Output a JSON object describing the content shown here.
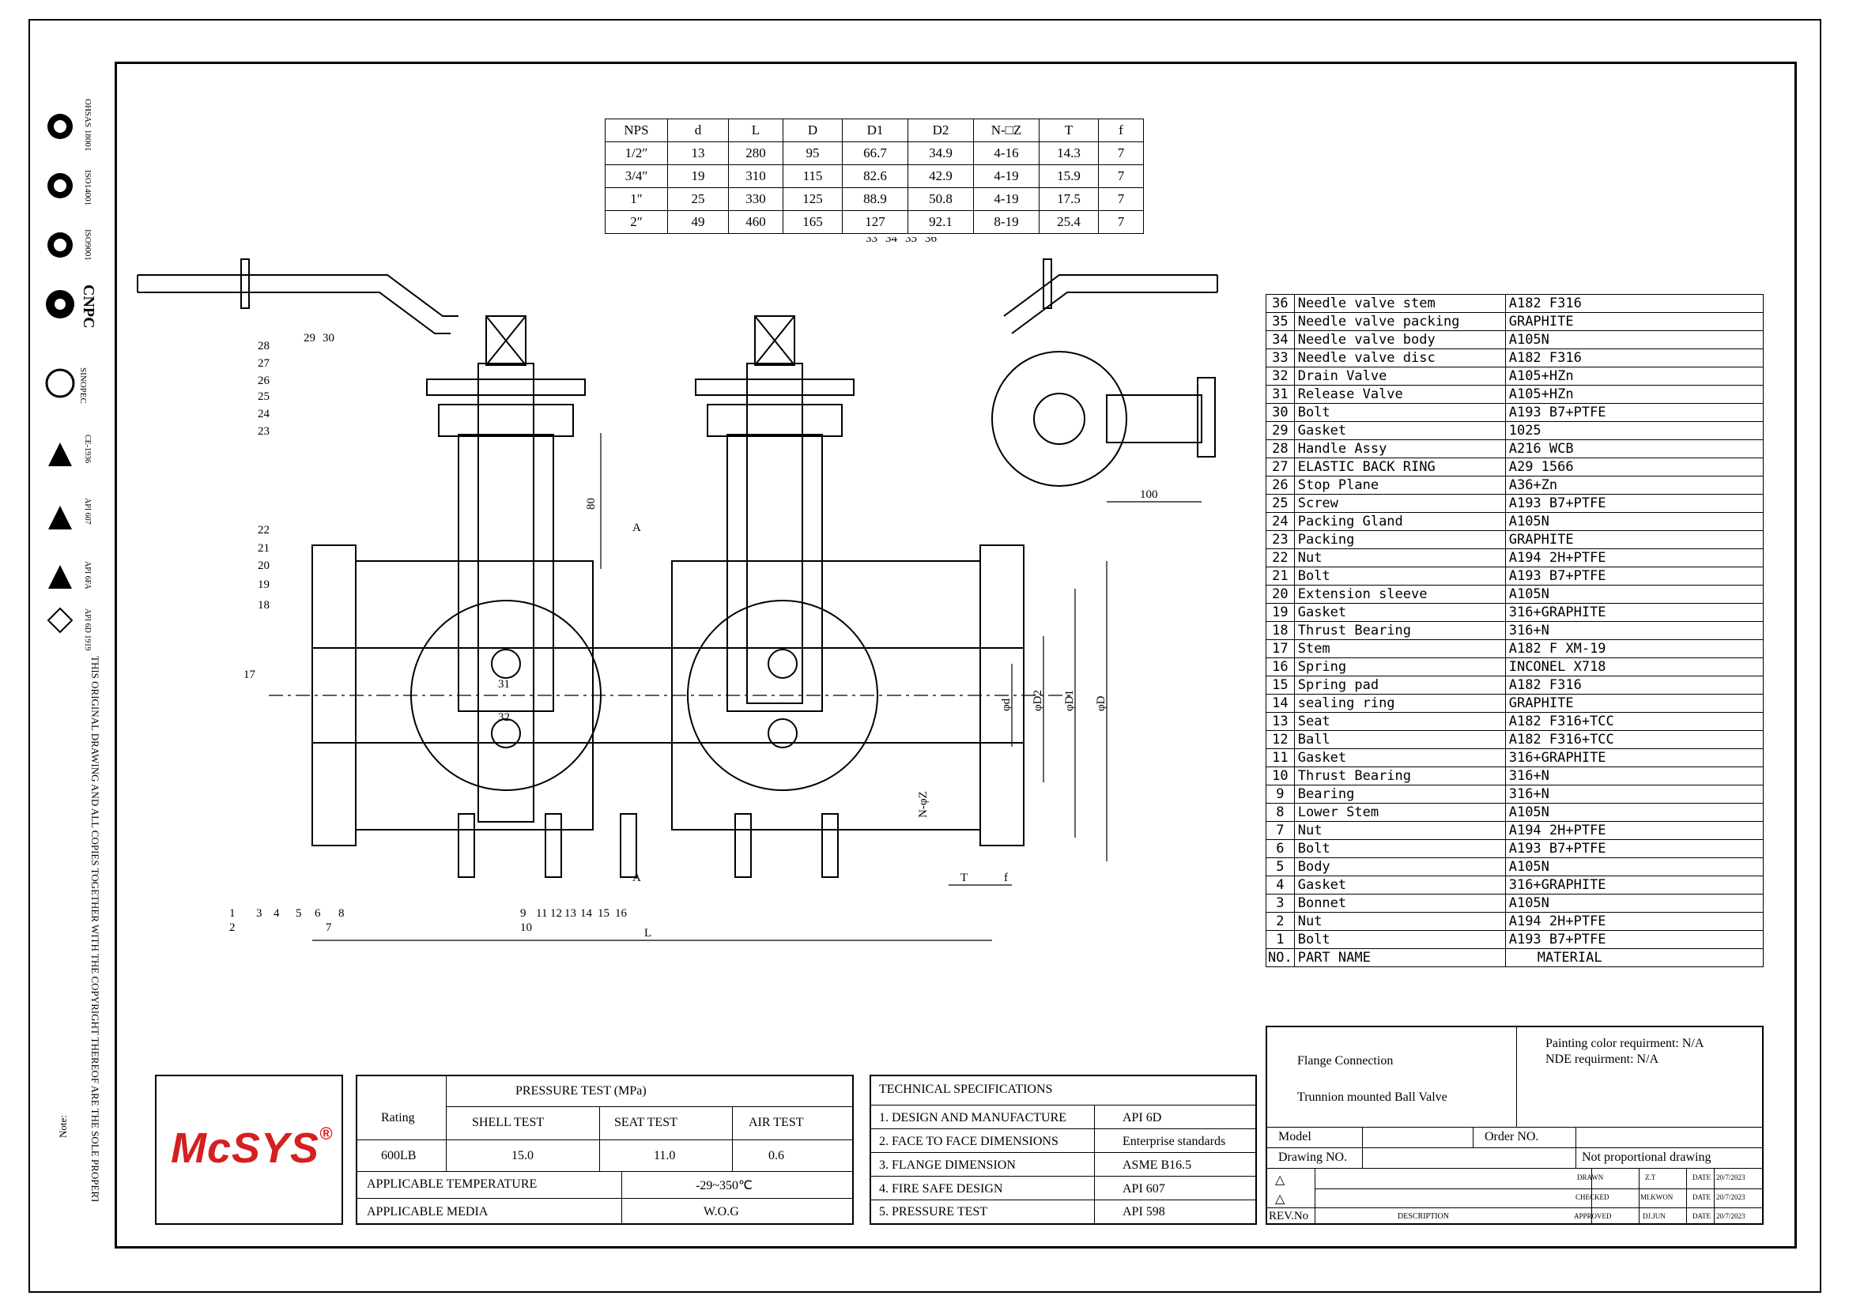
{
  "nps_table": {
    "headers": [
      "NPS",
      "d",
      "L",
      "D",
      "D1",
      "D2",
      "N-□Z",
      "T",
      "f"
    ],
    "rows": [
      [
        "1/2″",
        "13",
        "280",
        "95",
        "66.7",
        "34.9",
        "4-16",
        "14.3",
        "7"
      ],
      [
        "3/4″",
        "19",
        "310",
        "115",
        "82.6",
        "42.9",
        "4-19",
        "15.9",
        "7"
      ],
      [
        "1″",
        "25",
        "330",
        "125",
        "88.9",
        "50.8",
        "4-19",
        "17.5",
        "7"
      ],
      [
        "2″",
        "49",
        "460",
        "165",
        "127",
        "92.1",
        "8-19",
        "25.4",
        "7"
      ]
    ]
  },
  "bom": {
    "rows": [
      [
        "36",
        "Needle valve stem",
        "A182 F316"
      ],
      [
        "35",
        "Needle valve packing",
        "GRAPHITE"
      ],
      [
        "34",
        "Needle valve body",
        "A105N"
      ],
      [
        "33",
        "Needle valve disc",
        "A182 F316"
      ],
      [
        "32",
        "Drain Valve",
        "A105+HZn"
      ],
      [
        "31",
        "Release Valve",
        "A105+HZn"
      ],
      [
        "30",
        "Bolt",
        "A193 B7+PTFE"
      ],
      [
        "29",
        "Gasket",
        "1025"
      ],
      [
        "28",
        "Handle Assy",
        "A216 WCB"
      ],
      [
        "27",
        "ELASTIC BACK RING",
        "A29 1566"
      ],
      [
        "26",
        "Stop Plane",
        "A36+Zn"
      ],
      [
        "25",
        "Screw",
        "A193 B7+PTFE"
      ],
      [
        "24",
        "Packing Gland",
        "A105N"
      ],
      [
        "23",
        "Packing",
        "GRAPHITE"
      ],
      [
        "22",
        "Nut",
        "A194 2H+PTFE"
      ],
      [
        "21",
        "Bolt",
        "A193 B7+PTFE"
      ],
      [
        "20",
        "Extension sleeve",
        "A105N"
      ],
      [
        "19",
        "Gasket",
        "316+GRAPHITE"
      ],
      [
        "18",
        "Thrust Bearing",
        "316+N"
      ],
      [
        "17",
        "Stem",
        "A182 F XM-19"
      ],
      [
        "16",
        "Spring",
        "INCONEL X718"
      ],
      [
        "15",
        "Spring pad",
        "A182 F316"
      ],
      [
        "14",
        "sealing ring",
        "GRAPHITE"
      ],
      [
        "13",
        "Seat",
        "A182 F316+TCC"
      ],
      [
        "12",
        "Ball",
        "A182 F316+TCC"
      ],
      [
        "11",
        "Gasket",
        "316+GRAPHITE"
      ],
      [
        "10",
        "Thrust Bearing",
        "316+N"
      ],
      [
        "9",
        "Bearing",
        "316+N"
      ],
      [
        "8",
        "Lower Stem",
        "A105N"
      ],
      [
        "7",
        "Nut",
        "A194 2H+PTFE"
      ],
      [
        "6",
        "Bolt",
        "A193 B7+PTFE"
      ],
      [
        "5",
        "Body",
        "A105N"
      ],
      [
        "4",
        "Gasket",
        "316+GRAPHITE"
      ],
      [
        "3",
        "Bonnet",
        "A105N"
      ],
      [
        "2",
        "Nut",
        "A194 2H+PTFE"
      ],
      [
        "1",
        "Bolt",
        "A193 B7+PTFE"
      ]
    ],
    "footer": [
      "NO.",
      "PART NAME",
      "MATERIAL"
    ]
  },
  "logo": {
    "brand": "McSYS",
    "registered": "®",
    "color": "#d42020"
  },
  "pressure": {
    "title": "PRESSURE TEST (MPa)",
    "rating_label": "Rating",
    "rating_value": "600LB",
    "shell_label": "SHELL TEST",
    "shell_value": "15.0",
    "seat_label": "SEAT TEST",
    "seat_value": "11.0",
    "air_label": "AIR TEST",
    "air_value": "0.6",
    "temp_label": "APPLICABLE TEMPERATURE",
    "temp_value": "-29~350℃",
    "media_label": "APPLICABLE MEDIA",
    "media_value": "W.O.G"
  },
  "tech": {
    "title": "TECHNICAL SPECIFICATIONS",
    "rows": [
      [
        "1. DESIGN AND MANUFACTURE",
        "API 6D"
      ],
      [
        "2. FACE TO FACE DIMENSIONS",
        "Enterprise standards"
      ],
      [
        "3. FLANGE DIMENSION",
        "ASME B16.5"
      ],
      [
        "4. FIRE SAFE DESIGN",
        "API 607"
      ],
      [
        "5. PRESSURE TEST",
        "API 598"
      ]
    ]
  },
  "titleblock": {
    "connection": "Flange Connection",
    "valve_type": "Trunnion mounted Ball Valve",
    "painting": "Painting color requirment: N/A",
    "nde": "NDE requirment: N/A",
    "model_label": "Model",
    "order_label": "Order NO.",
    "drawing_label": "Drawing NO.",
    "not_proportional": "Not proportional drawing",
    "rev_label": "REV.No",
    "description_label": "DESCRIPTION",
    "drawn_label": "DRAWN",
    "drawn_by": "Z.T",
    "checked_label": "CHECKED",
    "checked_by": "MI.KWON",
    "approved_label": "APPROVED",
    "approved_by": "DJ.JUN",
    "date_label": "DATE",
    "date_value": "20/7/2023"
  },
  "side_notes": {
    "note_label": "Note:",
    "copyright": "THIS ORIGINAL DRAWING AND ALL COPIES TOGETHER WITH THE COPYRIGHT THEREOF ARE THE SOLE PROPERTY OF \"McSYS\"",
    "certs": [
      "OHSAS 18001",
      "ISO14001",
      "ISO9001",
      "CNPC",
      "SINOPEC",
      "CE-1936",
      "API 607",
      "API 6FA",
      "API 6D 1919"
    ]
  },
  "drawing": {
    "part_labels": [
      "1",
      "2",
      "3",
      "4",
      "5",
      "6",
      "7",
      "8",
      "9",
      "10",
      "11",
      "12",
      "13",
      "14",
      "15",
      "16",
      "17",
      "18",
      "19",
      "20",
      "21",
      "22",
      "23",
      "24",
      "25",
      "26",
      "27",
      "28",
      "29",
      "30",
      "31",
      "32",
      "33",
      "34",
      "35",
      "36"
    ],
    "dims": {
      "h80": "80",
      "w100": "100",
      "L": "L",
      "T": "T",
      "f": "f",
      "d": "φd",
      "D2": "φD2",
      "D1": "φD1",
      "D": "φD",
      "NZ": "N-φZ",
      "sectionA": "A"
    }
  }
}
